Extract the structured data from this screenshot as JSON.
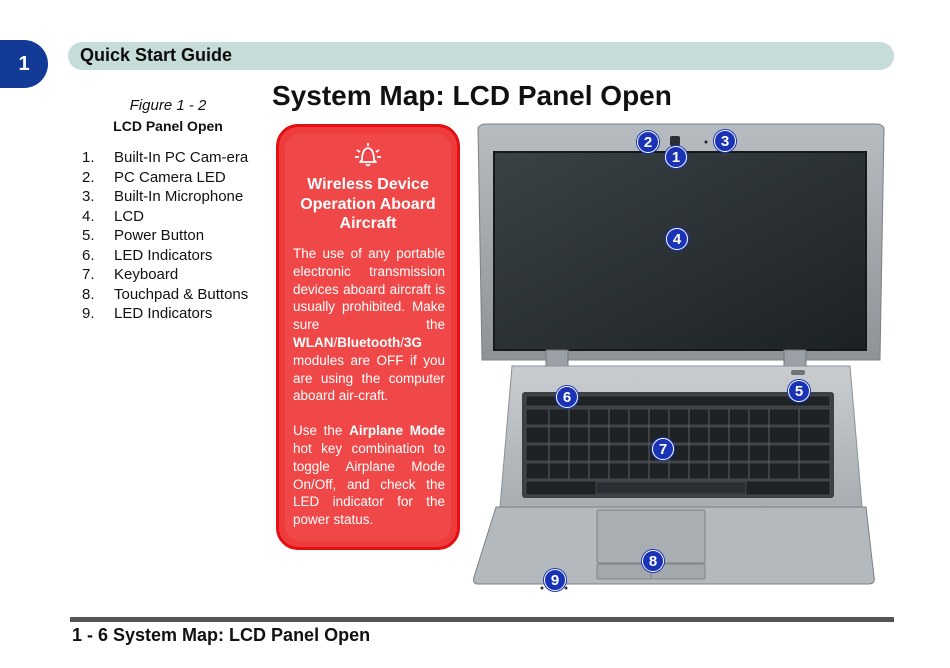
{
  "chapter": {
    "number": "1"
  },
  "header": {
    "title": "Quick Start Guide"
  },
  "page_title": "System Map: LCD Panel Open",
  "figure": {
    "number": "Figure 1 - 2",
    "name": "LCD Panel Open"
  },
  "legend": [
    {
      "num": "1.",
      "label": "Built-In PC Cam-era"
    },
    {
      "num": "2.",
      "label": "PC Camera LED"
    },
    {
      "num": "3.",
      "label": "Built-In Microphone"
    },
    {
      "num": "4.",
      "label": "LCD"
    },
    {
      "num": "5.",
      "label": "Power Button"
    },
    {
      "num": "6.",
      "label": "LED Indicators"
    },
    {
      "num": "7.",
      "label": "Keyboard"
    },
    {
      "num": "8.",
      "label": "Touchpad & Buttons"
    },
    {
      "num": "9.",
      "label": "LED Indicators"
    }
  ],
  "warning": {
    "icon": "airplane-bell-icon",
    "title": "Wireless Device Operation Aboard Aircraft",
    "p1_a": "The use of any portable electronic transmission devices aboard aircraft is usually prohibited. Make sure the ",
    "p1_b": "WLAN",
    "p1_c": "/",
    "p1_d": "Bluetooth",
    "p1_e": "/",
    "p1_f": "3G",
    "p1_g": " modules are OFF if you are using the computer aboard air-craft.",
    "p2_a": "Use the ",
    "p2_b": "Airplane Mode",
    "p2_c": " hot key combination to toggle Airplane Mode On/Off, and check the LED indicator for the power status.",
    "color": "#ee3b3b"
  },
  "callouts": [
    "1",
    "2",
    "3",
    "4",
    "5",
    "6",
    "7",
    "8",
    "9"
  ],
  "footer": {
    "text": "1 - 6 System Map: LCD Panel Open"
  },
  "colors": {
    "header_bar": "#c6dcd9",
    "chapter_tab": "#123a96",
    "callout": "#1a33b5"
  }
}
